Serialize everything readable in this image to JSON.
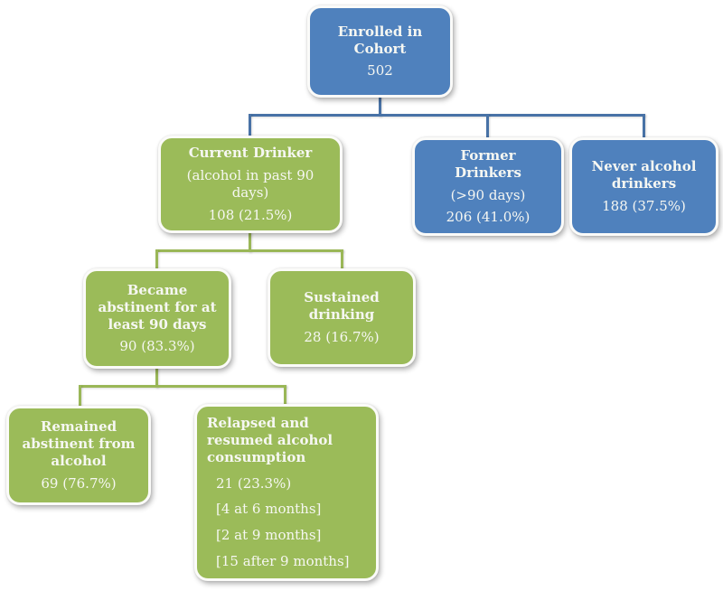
{
  "theme": {
    "background": "#ffffff",
    "blue_fill": "#4f81bd",
    "green_fill": "#9bbb59",
    "blue_line": "#4872a6",
    "green_line": "#9ab757",
    "text_color": "#f6f7f2"
  },
  "chart_data": {
    "type": "flowchart",
    "title": "Cohort alcohol-use flow diagram",
    "total_enrolled": 502,
    "nodes": [
      {
        "id": "enrolled",
        "label": "Enrolled in Cohort",
        "n": 502,
        "percent": null,
        "parent": null
      },
      {
        "id": "current",
        "label": "Current Drinker (alcohol in past 90 days)",
        "n": 108,
        "percent": 21.5,
        "parent": "enrolled"
      },
      {
        "id": "former",
        "label": "Former Drinkers (>90 days)",
        "n": 206,
        "percent": 41.0,
        "parent": "enrolled"
      },
      {
        "id": "never",
        "label": "Never alcohol drinkers",
        "n": 188,
        "percent": 37.5,
        "parent": "enrolled"
      },
      {
        "id": "became",
        "label": "Became abstinent for at least 90 days",
        "n": 90,
        "percent": 83.3,
        "parent": "current"
      },
      {
        "id": "sustained",
        "label": "Sustained drinking",
        "n": 28,
        "percent": 16.7,
        "parent": "current"
      },
      {
        "id": "remained",
        "label": "Remained abstinent from alcohol",
        "n": 69,
        "percent": 76.7,
        "parent": "became"
      },
      {
        "id": "relapsed",
        "label": "Relapsed and resumed alcohol consumption",
        "n": 21,
        "percent": 23.3,
        "parent": "became",
        "detail": [
          "4 at 6 months",
          "2 at 9 months",
          "15 after 9 months"
        ]
      }
    ]
  },
  "nodes": {
    "enrolled": {
      "title": "Enrolled in Cohort",
      "lines": [
        "502"
      ]
    },
    "current": {
      "title": "Current Drinker",
      "lines": [
        "(alcohol in past 90 days)",
        "108 (21.5%)"
      ]
    },
    "former": {
      "title": "Former Drinkers",
      "lines": [
        "(>90 days)",
        "206 (41.0%)"
      ]
    },
    "never": {
      "title": "Never alcohol drinkers",
      "lines": [
        "188 (37.5%)"
      ]
    },
    "became": {
      "title": "Became abstinent for at least 90 days",
      "lines": [
        "90 (83.3%)"
      ]
    },
    "sustained": {
      "title": "Sustained drinking",
      "lines": [
        "28 (16.7%)"
      ]
    },
    "remained": {
      "title": "Remained abstinent from alcohol",
      "lines": [
        "69 (76.7%)"
      ]
    },
    "relapsed": {
      "title": "Relapsed and resumed alcohol consumption",
      "lines": [
        "21 (23.3%)",
        "[4 at 6 months]",
        "[2 at 9 months]",
        "[15 after 9 months]"
      ]
    }
  }
}
